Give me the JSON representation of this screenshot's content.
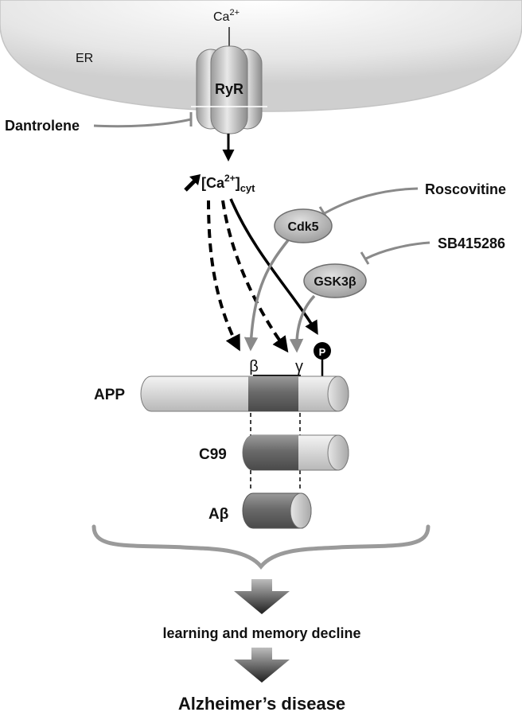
{
  "labels": {
    "ca_top": "Ca",
    "ca_top_sup": "2+",
    "er": "ER",
    "ryr": "RyR",
    "dantrolene": "Dantrolene",
    "ca_cyt_main": "[Ca",
    "ca_cyt_sup": "2+",
    "ca_cyt_close": "]",
    "ca_cyt_sub": "cyt",
    "roscovitine": "Roscovitine",
    "cdk5": "Cdk5",
    "sb": "SB415286",
    "gsk": "GSK3β",
    "beta": "β",
    "gamma": "γ",
    "p": "P",
    "app": "APP",
    "c99": "C99",
    "abeta": "Aβ",
    "learning": "learning and memory decline",
    "alzheimer": "Alzheimer’s disease"
  }
}
